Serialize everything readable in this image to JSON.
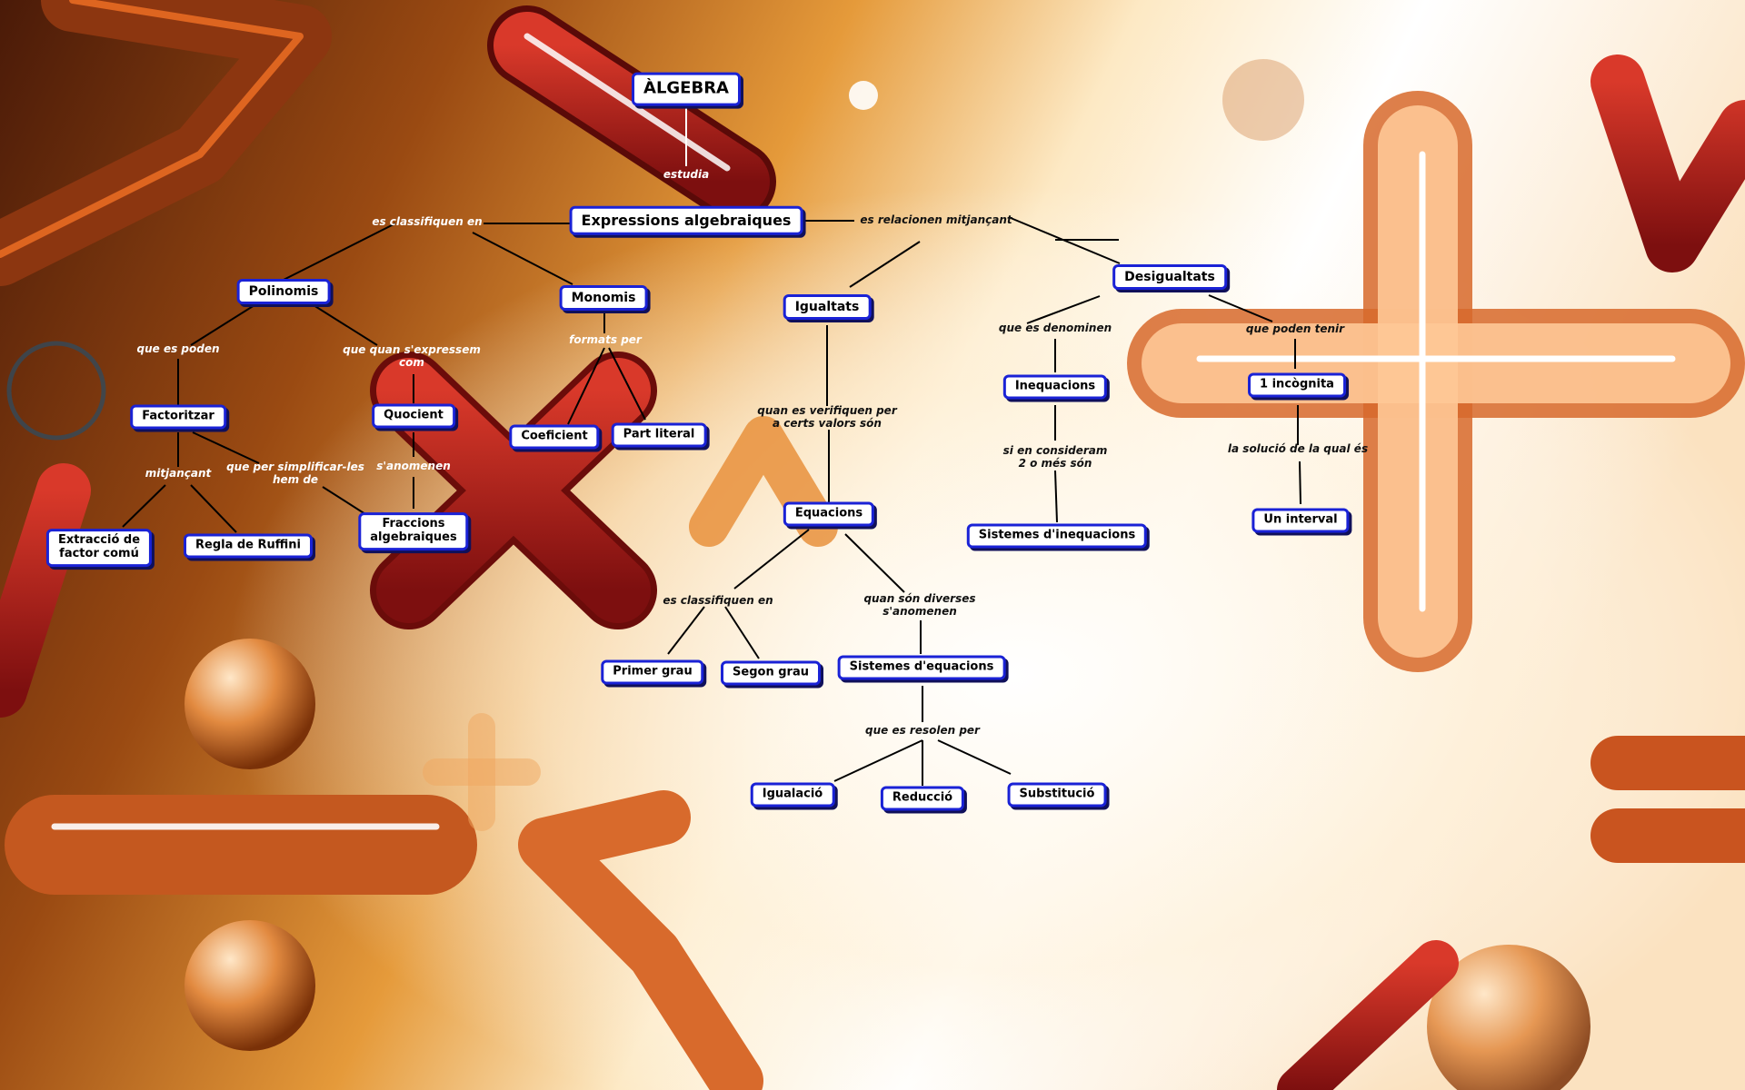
{
  "nodes": {
    "algebra": "ÀLGEBRA",
    "expressions": "Expressions algebraiques",
    "polinomis": "Polinomis",
    "monomis": "Monomis",
    "igualtats": "Igualtats",
    "desigualtats": "Desigualtats",
    "factoritzar": "Factoritzar",
    "quocient": "Quocient",
    "coeficient": "Coeficient",
    "part_literal": "Part literal",
    "extraccio": "Extracció de\nfactor comú",
    "ruffini": "Regla de Ruffini",
    "fraccions": "Fraccions\nalgebraiques",
    "inequacions": "Inequacions",
    "incognita": "1 incògnita",
    "sistemes_ineq": "Sistemes d'inequacions",
    "interval": "Un interval",
    "equacions": "Equacions",
    "primer_grau": "Primer grau",
    "segon_grau": "Segon grau",
    "sistemes_eq": "Sistemes d'equacions",
    "igualacio": "Igualació",
    "reduccio": "Reducció",
    "substitucio": "Substitució"
  },
  "labels": {
    "estudia": "estudia",
    "es_classifiquen": "es classifiquen en",
    "es_relacionen": "es relacionen mitjançant",
    "que_es_poden": "que es poden",
    "que_quan": "que quan s'expressem\ncom",
    "formats_per": "formats per",
    "mitjancant": "mitjançant",
    "que_per_simplificar": "que per simplificar-les\nhem de",
    "s_anomenen": "s'anomenen",
    "que_es_denominen": "que es denominen",
    "que_poden_tenir": "que poden tenir",
    "si_en_consideram": "si en consideram\n2 o més són",
    "la_solucio": "la solució de la qual és",
    "quan_es_verifiquen": "quan es verifiquen per\na certs valors són",
    "es_classifiquen_2": "es classifiquen en",
    "quan_son_diverses": "quan són diverses\ns'anomenen",
    "que_es_resolen": "que es resolen per"
  }
}
